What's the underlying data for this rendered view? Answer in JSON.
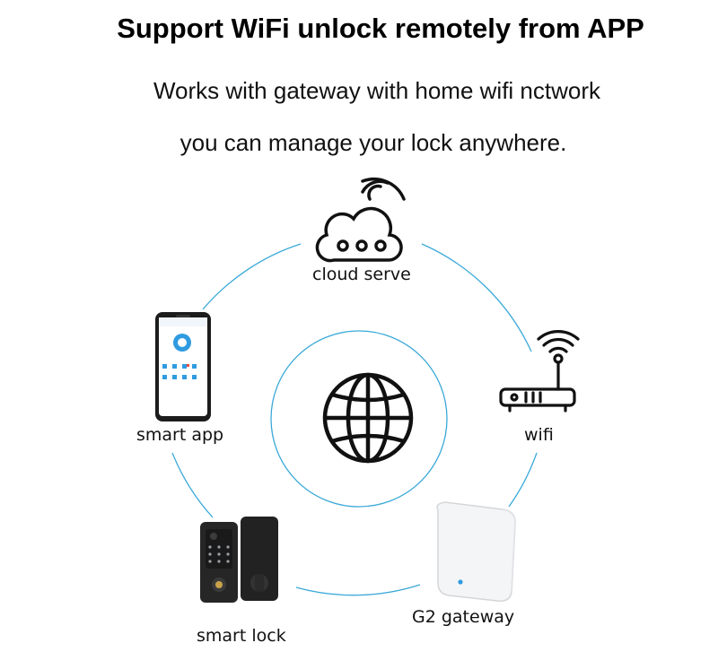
{
  "header": {
    "title": "Support WiFi unlock remotely from APP",
    "subtitle_line1": "Works with gateway with home wifi nctwork",
    "subtitle_line2": "you can manage your lock anywhere."
  },
  "nodes": {
    "cloud": {
      "label": "cloud serve",
      "icon": "cloud-icon"
    },
    "wifi": {
      "label": "wifi",
      "icon": "router-icon"
    },
    "gateway": {
      "label": "G2 gateway",
      "icon": "gateway-device"
    },
    "lock": {
      "label": "smart lock",
      "icon": "smart-lock-device"
    },
    "app": {
      "label": "smart app",
      "icon": "smartphone-app"
    },
    "center": {
      "icon": "globe-icon"
    }
  },
  "colors": {
    "ring": "#3aa9d8",
    "icon_stroke": "#111111",
    "app_accent": "#2f9be0"
  }
}
